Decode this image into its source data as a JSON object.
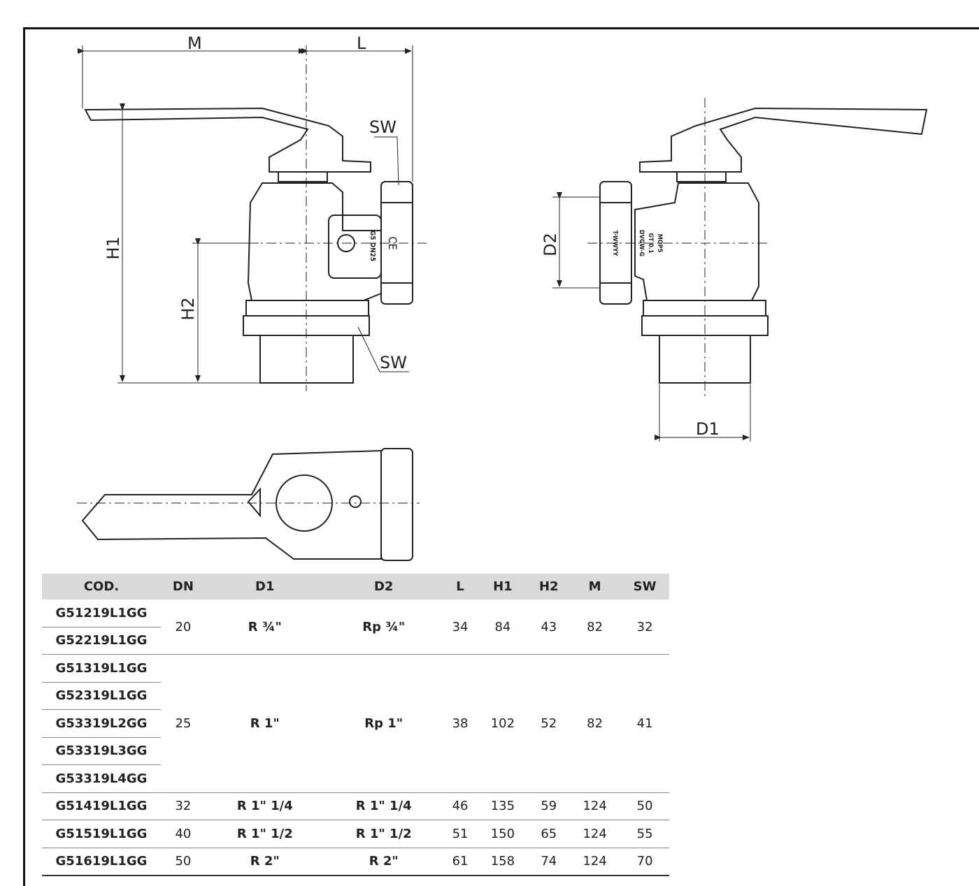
{
  "drawing": {
    "dimension_labels": {
      "M": "M",
      "L": "L",
      "SW_top": "SW",
      "SW_bottom": "SW",
      "H1": "H1",
      "H2": "H2",
      "D1": "D1",
      "D2": "D2"
    },
    "body_markings": {
      "front_marking": "G5 DN25",
      "ce_mark": "CE",
      "side_marking_1": "MOP5",
      "side_marking_2": "GT 0.1",
      "side_marking_3": "DVGW-G",
      "side_marking_4": "T-WWYY"
    }
  },
  "table": {
    "headers": [
      "COD.",
      "DN",
      "D1",
      "D2",
      "L",
      "H1",
      "H2",
      "M",
      "SW"
    ],
    "groups": [
      {
        "codes": [
          "G51219L1GG",
          "G52219L1GG"
        ],
        "DN": "20",
        "D1": "R ¾\"",
        "D2": "Rp ¾\"",
        "L": "34",
        "H1": "84",
        "H2": "43",
        "M": "82",
        "SW": "32"
      },
      {
        "codes": [
          "G51319L1GG",
          "G52319L1GG",
          "G53319L2GG",
          "G53319L3GG",
          "G53319L4GG"
        ],
        "DN": "25",
        "D1": "R 1\"",
        "D2": "Rp 1\"",
        "L": "38",
        "H1": "102",
        "H2": "52",
        "M": "82",
        "SW": "41"
      },
      {
        "codes": [
          "G51419L1GG"
        ],
        "DN": "32",
        "D1": "R 1\" 1/4",
        "D2": "R 1\" 1/4",
        "L": "46",
        "H1": "135",
        "H2": "59",
        "M": "124",
        "SW": "50"
      },
      {
        "codes": [
          "G51519L1GG"
        ],
        "DN": "40",
        "D1": "R 1\" 1/2",
        "D2": "R 1\" 1/2",
        "L": "51",
        "H1": "150",
        "H2": "65",
        "M": "124",
        "SW": "55"
      },
      {
        "codes": [
          "G51619L1GG"
        ],
        "DN": "50",
        "D1": "R 2\"",
        "D2": "R 2\"",
        "L": "61",
        "H1": "158",
        "H2": "74",
        "M": "124",
        "SW": "70"
      }
    ]
  }
}
